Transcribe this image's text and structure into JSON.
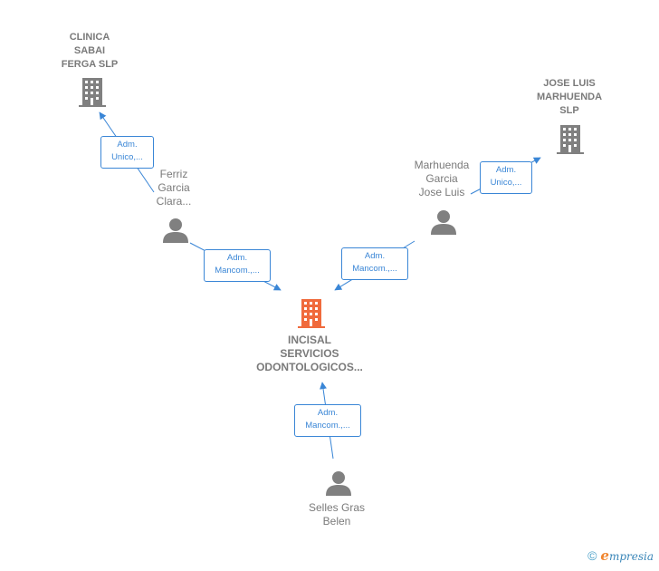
{
  "colors": {
    "edge": "#3a86d6",
    "node": "#808080",
    "main_node": "#f06a3c",
    "text": "#7a7a7a"
  },
  "nodes": {
    "clinica": {
      "label": "CLINICA\nSABAI\nFERGA  SLP",
      "type": "company",
      "icon": "building-icon"
    },
    "joseluis": {
      "label": "JOSE LUIS\nMARHUENDA\nSLP",
      "type": "company",
      "icon": "building-icon"
    },
    "incisal": {
      "label": "INCISAL\nSERVICIOS\nODONTOLOGICOS...",
      "type": "company-main",
      "icon": "building-icon"
    },
    "ferriz": {
      "label": "Ferriz\nGarcia\nClara...",
      "type": "person",
      "icon": "person-icon"
    },
    "marhuenda": {
      "label": "Marhuenda\nGarcia\nJose Luis",
      "type": "person",
      "icon": "person-icon"
    },
    "selles": {
      "label": "Selles Gras\nBelen",
      "type": "person",
      "icon": "person-icon"
    }
  },
  "edges": {
    "ferriz_clinica": "Adm.\nUnico,...",
    "ferriz_incisal": "Adm.\nMancom.,...",
    "marhuenda_joseluis": "Adm.\nUnico,...",
    "marhuenda_incisal": "Adm.\nMancom.,...",
    "selles_incisal": "Adm.\nMancom.,..."
  },
  "footer": {
    "copyright": "©",
    "brand_initial": "e",
    "brand_rest": "mpresia"
  }
}
